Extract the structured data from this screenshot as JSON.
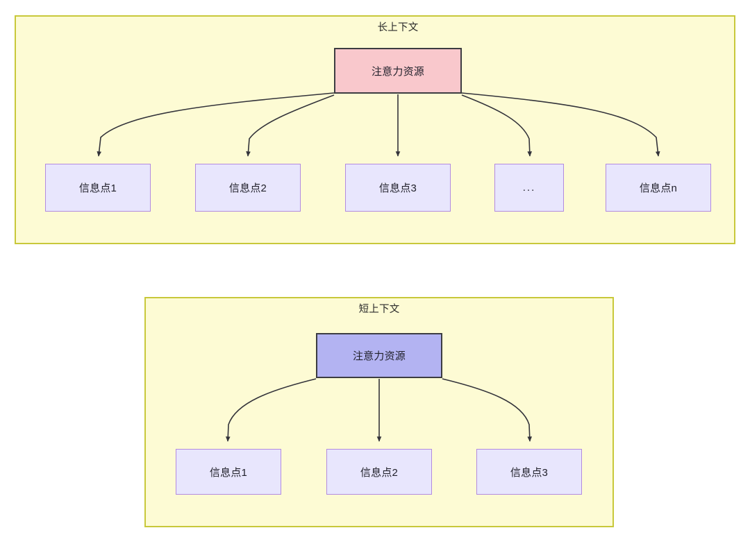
{
  "diagram": {
    "background_color": "#ffffff",
    "panel_fill": "#fdfbd4",
    "panel_border": "#c8c83a",
    "edge_color": "#3c3c41"
  },
  "sections": [
    {
      "id": "long-context",
      "title": "长上下文",
      "root": {
        "label": "注意力资源",
        "fill": "#f9c8cc",
        "border": "#3c3c41"
      },
      "children": [
        {
          "label": "信息点1"
        },
        {
          "label": "信息点2"
        },
        {
          "label": "信息点3"
        },
        {
          "label": "..."
        },
        {
          "label": "信息点n"
        }
      ],
      "child_fill": "#e8e6fd",
      "child_border": "#b28ae0"
    },
    {
      "id": "short-context",
      "title": "短上下文",
      "root": {
        "label": "注意力资源",
        "fill": "#b3b3f2",
        "border": "#3c3c41"
      },
      "children": [
        {
          "label": "信息点1"
        },
        {
          "label": "信息点2"
        },
        {
          "label": "信息点3"
        }
      ],
      "child_fill": "#e8e6fd",
      "child_border": "#b28ae0"
    }
  ]
}
